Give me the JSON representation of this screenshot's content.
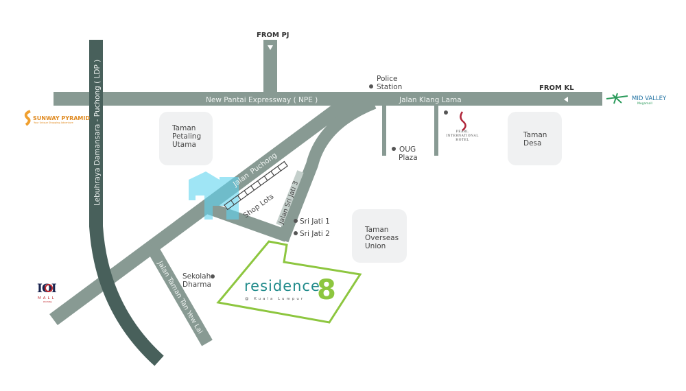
{
  "colors": {
    "road": "#889a93",
    "highway": "#48605b",
    "property": "#8dc63f",
    "area_box": "#f0f1f2",
    "brand": "#1f8a8a",
    "house": "#5fd3ee"
  },
  "directions": {
    "from_pj": "FROM PJ",
    "from_kl": "FROM KL"
  },
  "roads": {
    "npe": "New Pantai Expressway ( NPE )",
    "ldp": "Lebuhraya Damansara - Puchong ( LDP )",
    "klang_lama": "Jalan Klang Lama",
    "puchong_a": "Jalan",
    "puchong_b": "Puchong",
    "sri_jati_3": "Jalan Sri Jati 3",
    "tan_yew_lai": "Jalan Taman Tan Yew Lai"
  },
  "areas": {
    "petaling_utama": [
      "Taman",
      "Petaling",
      "Utama"
    ],
    "desa": [
      "Taman",
      "Desa"
    ],
    "overseas_union": [
      "Taman",
      "Overseas",
      "Union"
    ]
  },
  "landmarks": {
    "police": [
      "Police",
      "Station"
    ],
    "oug": [
      "OUG",
      "Plaza"
    ],
    "sri_jati_1": "Sri Jati 1",
    "sri_jati_2": "Sri Jati 2",
    "sekolah": [
      "Sekolah",
      "Dharma"
    ],
    "shop_lots": "Shop Lots"
  },
  "logos": {
    "sunway": "SUNWAY PYRAMID",
    "sunway_tag": "Your Unique Shopping Adventure",
    "midvalley": "MID VALLEY",
    "midvalley_sub": "Megamall",
    "pearl": [
      "PEARL",
      "INTERNATIONAL",
      "HOTEL"
    ],
    "ioi": "IOI",
    "ioi_mall": "MALL",
    "ioi_sub": "PUCHONG"
  },
  "project": {
    "name": "residence",
    "number": "8",
    "location": "@ Kuala Lumpur"
  }
}
